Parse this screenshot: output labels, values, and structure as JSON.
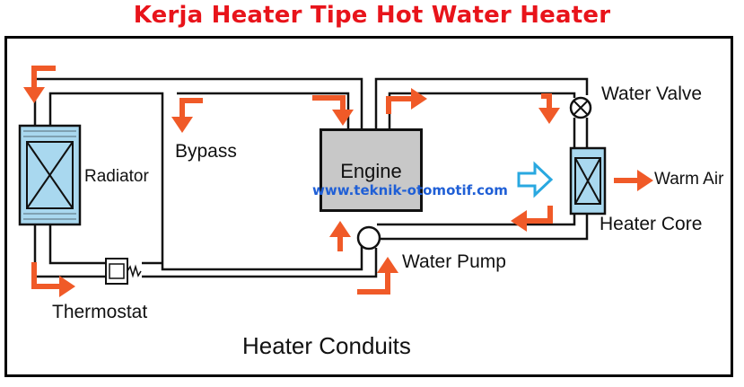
{
  "title": "Kerja Heater Tipe Hot Water Heater",
  "watermark": "www.teknik-otomotif.com",
  "labels": {
    "radiator": "Radiator",
    "bypass": "Bypass",
    "engine": "Engine",
    "water_valve": "Water Valve",
    "warm_air": "Warm Air",
    "heater_core": "Heater Core",
    "water_pump": "Water Pump",
    "thermostat": "Thermostat",
    "heater_conduits": "Heater Conduits"
  },
  "colors": {
    "title": "#e8141b",
    "flow_arrow": "#f05a28",
    "cool_air_arrow": "#29a8e0",
    "component_fill": "#a9d8ef",
    "engine_fill": "#c8c8c8",
    "watermark": "#1f5fd6"
  }
}
